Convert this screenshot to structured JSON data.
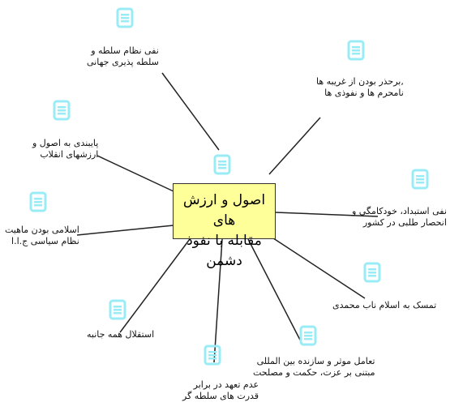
{
  "colors": {
    "icon": "#99ecf6",
    "center_fill": "#ffff99",
    "connector": "#222222"
  },
  "center": {
    "line1": "اصول و ارزش های",
    "line2": "مقابله با نفوذ دشمن"
  },
  "nodes": [
    {
      "id": "n1",
      "icon": "note-icon",
      "lines": [
        "نفی نظام سلطه و",
        "سلطه پذیری جهانی"
      ]
    },
    {
      "id": "n2",
      "icon": "note-icon",
      "lines": [
        ",برحذر بودن از غریبه ها",
        "نامحرم ها و نفوذی ها"
      ]
    },
    {
      "id": "n3",
      "icon": "note-icon",
      "lines": [
        "پایبندی به اصول و",
        "ارزشهای انقلاب"
      ]
    },
    {
      "id": "n4",
      "icon": "note-icon",
      "lines": [
        "نفی استبداد، خودکامگی و",
        "انحصار طلبی در کشور"
      ]
    },
    {
      "id": "n5",
      "icon": "note-icon",
      "lines": [
        "اسلامی بودن ماهیت",
        "نظام سیاسی ج.ا.ا"
      ]
    },
    {
      "id": "n6",
      "icon": "note-icon",
      "lines": [
        "تمسک به اسلام ناب محمدی"
      ]
    },
    {
      "id": "n7",
      "icon": "note-icon",
      "lines": [
        "استقلال همه جانبه"
      ]
    },
    {
      "id": "n8",
      "icon": "note-icon",
      "lines": [
        "تعامل موثر و سازنده بین المللی",
        "مبتنی بر عزت، حکمت و مصلحت"
      ]
    },
    {
      "id": "n9",
      "icon": "note-icon",
      "lines": [
        "عدم تعهد در برابر",
        "قدرت های سلطه گر"
      ]
    },
    {
      "id": "n10",
      "icon": "note-icon",
      "lines": []
    }
  ]
}
